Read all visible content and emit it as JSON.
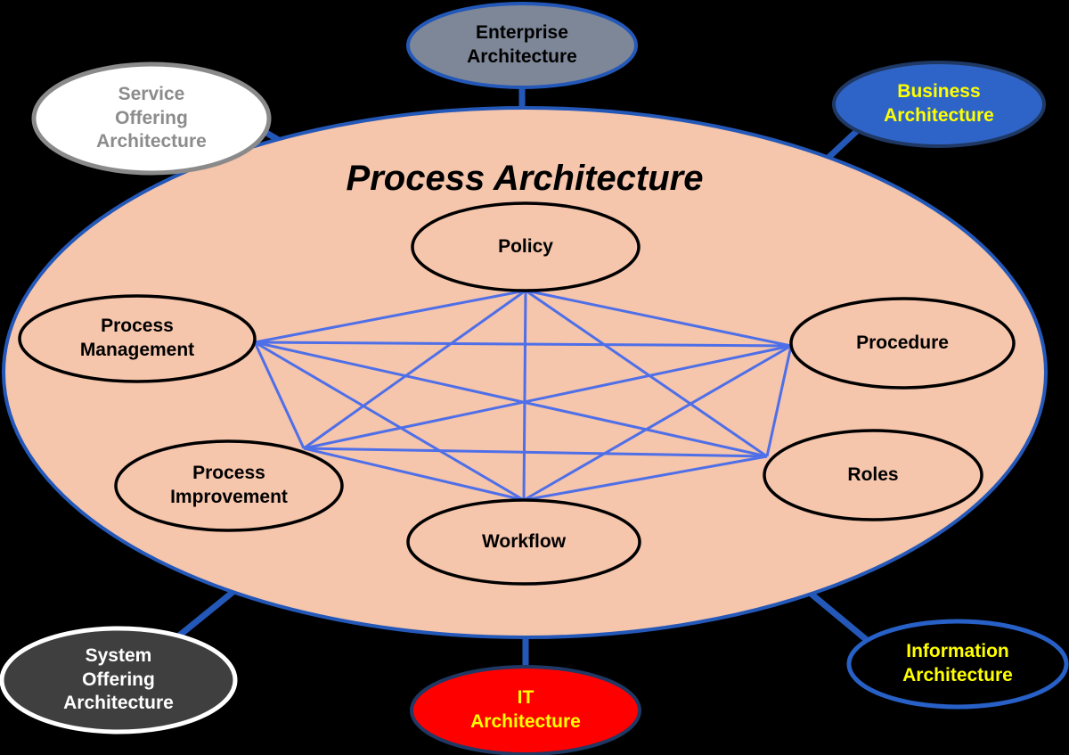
{
  "title": "Process Architecture",
  "colors": {
    "background": "#000000",
    "main_ellipse_fill": "#F5C5AC",
    "main_ellipse_border": "#2458B8",
    "connector_blue": "#2458B8",
    "web_line_blue": "#4E6FE8",
    "inner_ellipse_border": "#000000",
    "inner_text": "#000000"
  },
  "main_ellipse": {
    "label": "Process Architecture"
  },
  "inner_nodes": [
    {
      "id": "policy",
      "label": "Policy"
    },
    {
      "id": "process-management",
      "label": "Process\nManagement"
    },
    {
      "id": "procedure",
      "label": "Procedure"
    },
    {
      "id": "process-improvement",
      "label": "Process\nImprovement"
    },
    {
      "id": "roles",
      "label": "Roles"
    },
    {
      "id": "workflow",
      "label": "Workflow"
    }
  ],
  "outer_nodes": [
    {
      "id": "enterprise-architecture",
      "label": "Enterprise\nArchitecture",
      "fill": "#7E8798",
      "border": "#2458B8",
      "text_color": "#000000"
    },
    {
      "id": "service-offering-architecture",
      "label": "Service\nOffering\nArchitecture",
      "fill": "#FFFFFF",
      "border": "#8A8A8A",
      "text_color": "#8C8C8C"
    },
    {
      "id": "business-architecture",
      "label": "Business\nArchitecture",
      "fill": "#2E64C8",
      "border": "#1F3864",
      "text_color": "#FFFF00"
    },
    {
      "id": "system-offering-architecture",
      "label": "System\nOffering\nArchitecture",
      "fill": "#3F3F3F",
      "border": "#FFFFFF",
      "text_color": "#FFFFFF"
    },
    {
      "id": "it-architecture",
      "label": "IT\nArchitecture",
      "fill": "#FF0000",
      "border": "#1F3864",
      "text_color": "#FFFF00"
    },
    {
      "id": "information-architecture",
      "label": "Information\nArchitecture",
      "fill": "#000000",
      "border": "#2760C6",
      "text_color": "#FFFF00"
    }
  ]
}
